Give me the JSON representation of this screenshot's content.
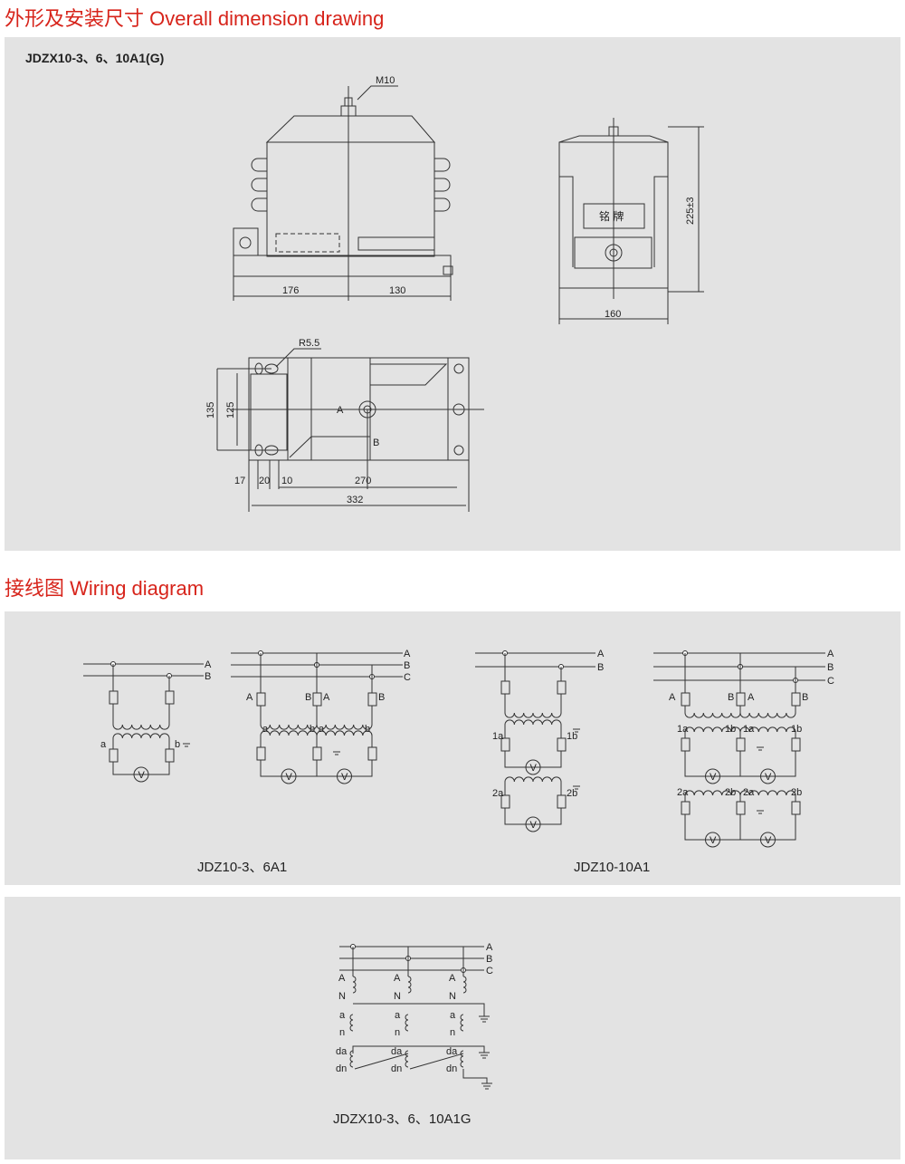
{
  "section1": {
    "title": "外形及安装尺寸 Overall dimension drawing",
    "model": "JDZX10-3、6、10A1(G)",
    "front": {
      "bolt": "M10",
      "dim_left": "176",
      "dim_right": "130"
    },
    "side": {
      "nameplate": "铭 牌",
      "height": "225±3",
      "width": "160"
    },
    "top": {
      "radius": "R5.5",
      "h1": "135",
      "h2": "125",
      "d17": "17",
      "d20": "20",
      "d10": "10",
      "d270": "270",
      "d332": "332",
      "markA": "A",
      "markB": "B"
    }
  },
  "section2": {
    "title": "接线图 Wiring diagram",
    "diagram1": {
      "caption": "JDZ10-3、6A1",
      "labels": [
        "A",
        "B",
        "C",
        "a",
        "b",
        "V"
      ]
    },
    "diagram2": {
      "caption": "JDZ10-10A1",
      "labels": [
        "1a",
        "1b",
        "2a",
        "2b"
      ]
    }
  },
  "section3": {
    "caption": "JDZX10-3、6、10A1G",
    "labels": [
      "A",
      "N",
      "a",
      "n",
      "da",
      "dn"
    ]
  },
  "colors": {
    "title": "#d7241b",
    "panel": "#e3e3e3"
  }
}
